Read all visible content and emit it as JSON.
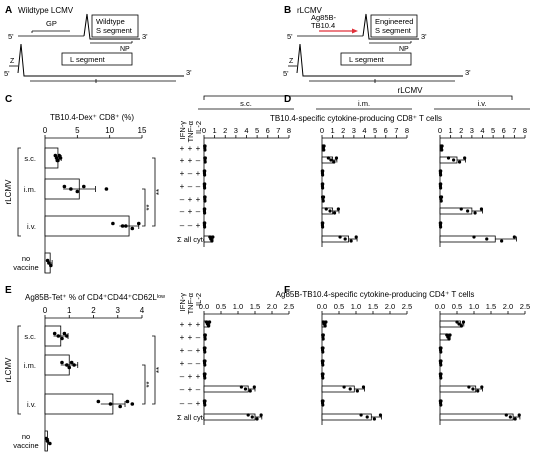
{
  "panel_letters": [
    "A",
    "B",
    "C",
    "D",
    "E",
    "F"
  ],
  "panelA": {
    "title": "Wildtype LCMV",
    "gp": "GP",
    "s_box": [
      "Wildtype",
      "S segment"
    ],
    "np": "NP",
    "l_box": "L segment",
    "z": "Z",
    "l": "L",
    "five": "5'",
    "three": "3'"
  },
  "panelB": {
    "title": "rLCMV",
    "insert": [
      "Ag85B-",
      "TB10.4"
    ],
    "s_box": [
      "Engineered",
      "S segment"
    ],
    "np": "NP",
    "l_box": "L segment",
    "z": "Z",
    "l": "L",
    "five": "5'",
    "three": "3'"
  },
  "groups": [
    "s.c.",
    "i.m.",
    "i.v.",
    "no vaccine"
  ],
  "group_axis": "rLCMV",
  "sig": "**",
  "cytokine_labels": [
    "IFN-γ",
    "TNF-α",
    "IL-2"
  ],
  "sum_label": "Σ all cytok.",
  "combos": [
    [
      "+",
      "+",
      "+"
    ],
    [
      "+",
      "+",
      "–"
    ],
    [
      "+",
      "–",
      "+"
    ],
    [
      "+",
      "–",
      "–"
    ],
    [
      "–",
      "+",
      "+"
    ],
    [
      "–",
      "+",
      "–"
    ],
    [
      "–",
      "–",
      "+"
    ]
  ],
  "routes": [
    "s.c.",
    "i.m.",
    "i.v."
  ],
  "chart_data": [
    {
      "panel": "C",
      "type": "bar",
      "title": "TB10.4-Dex⁺ CD8⁺ (%)",
      "xlim": [
        0,
        15
      ],
      "ticks": [
        0,
        5,
        10,
        15
      ],
      "categories": [
        "s.c.",
        "i.m.",
        "i.v.",
        "no vaccine"
      ],
      "values": [
        2.0,
        5.3,
        13.0,
        0.8
      ],
      "errors": [
        0.5,
        2.5,
        1.5,
        0.3
      ],
      "points": [
        [
          1.6,
          1.8,
          2.0,
          2.2,
          2.4,
          1.9
        ],
        [
          3.0,
          4.0,
          5.0,
          6.0,
          9.5
        ],
        [
          10.5,
          12.5,
          13.5,
          14.5,
          12.0
        ],
        [
          0.4,
          0.6,
          0.9
        ]
      ]
    },
    {
      "panel": "D",
      "type": "bar",
      "title": "TB10.4-specific cytokine-producing CD8⁺ T cells",
      "xlim": [
        0,
        8
      ],
      "ticks": [
        0,
        1,
        2,
        3,
        4,
        5,
        6,
        7,
        8
      ],
      "series": [
        {
          "name": "s.c.",
          "values": [
            0.08,
            0.1,
            0.05,
            0.05,
            0.08,
            0.05,
            0.05,
            0.7
          ],
          "errors": [
            0.02,
            0.03,
            0.02,
            0.02,
            0.02,
            0.02,
            0.02,
            0.15
          ]
        },
        {
          "name": "i.m.",
          "values": [
            0.15,
            1.0,
            0.05,
            0.05,
            0.1,
            1.0,
            0.05,
            2.5
          ],
          "errors": [
            0.05,
            0.4,
            0.02,
            0.02,
            0.05,
            0.6,
            0.02,
            0.8
          ]
        },
        {
          "name": "i.v.",
          "values": [
            0.15,
            1.6,
            0.05,
            0.05,
            0.1,
            3.0,
            0.05,
            5.2
          ],
          "errors": [
            0.05,
            0.8,
            0.02,
            0.02,
            0.05,
            1.0,
            0.02,
            2.0
          ]
        }
      ]
    },
    {
      "panel": "E",
      "type": "bar",
      "title": "Ag85B-Tet⁺ % of CD4⁺CD44⁺CD62Lˡᵒʷ",
      "xlim": [
        0,
        4
      ],
      "ticks": [
        0,
        1,
        2,
        3,
        4
      ],
      "categories": [
        "s.c.",
        "i.m.",
        "i.v.",
        "no vaccine"
      ],
      "values": [
        0.65,
        1.0,
        2.8,
        0.1
      ],
      "errors": [
        0.3,
        0.35,
        0.5,
        0.05
      ],
      "points": [
        [
          0.4,
          0.55,
          0.7,
          0.8,
          0.9
        ],
        [
          0.7,
          0.9,
          1.0,
          1.1,
          1.2
        ],
        [
          2.2,
          2.7,
          3.1,
          3.4,
          3.6
        ],
        [
          0.05,
          0.1,
          0.2
        ]
      ]
    },
    {
      "panel": "F",
      "type": "bar",
      "title": "Ag85B-TB10.4-specific cytokine-producing CD4⁺ T cells",
      "xlim": [
        0,
        2.5
      ],
      "ticks": [
        "0.0",
        "0.5",
        "1.0",
        "1.5",
        "2.0",
        "2.5"
      ],
      "series": [
        {
          "name": "s.c.",
          "values": [
            0.12,
            0.03,
            0.02,
            0.02,
            0.02,
            1.3,
            0.02,
            1.5
          ],
          "errors": [
            0.05,
            0.01,
            0.01,
            0.01,
            0.01,
            0.2,
            0.01,
            0.2
          ]
        },
        {
          "name": "i.m.",
          "values": [
            0.08,
            0.03,
            0.02,
            0.02,
            0.02,
            0.95,
            0.02,
            1.45
          ],
          "errors": [
            0.04,
            0.01,
            0.01,
            0.01,
            0.01,
            0.3,
            0.01,
            0.3
          ]
        },
        {
          "name": "i.v.",
          "values": [
            0.6,
            0.25,
            0.02,
            0.02,
            0.02,
            1.05,
            0.02,
            2.15
          ],
          "errors": [
            0.1,
            0.05,
            0.01,
            0.01,
            0.01,
            0.2,
            0.01,
            0.2
          ]
        }
      ]
    }
  ],
  "colors": {
    "arrow_red": "#e0303a",
    "ink": "#000000",
    "bar_fill": "#ffffff"
  }
}
